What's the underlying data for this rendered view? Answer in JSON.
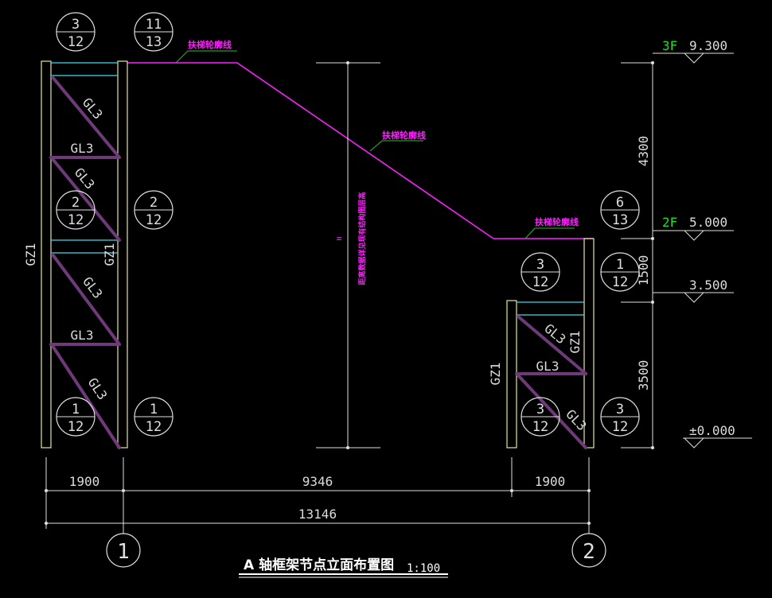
{
  "colors": {
    "background": "#000000",
    "line": "#e0e0e0",
    "column": "#e6e6a0",
    "beam": "#6e3a7a",
    "tie": "#40d8e8",
    "outline": "#ff20ff",
    "leader": "#20c020",
    "floor_tag": "#20e020"
  },
  "callouts": {
    "c1": {
      "num": "3",
      "den": "12"
    },
    "c2": {
      "num": "11",
      "den": "13"
    },
    "c3": {
      "num": "2",
      "den": "12"
    },
    "c4": {
      "num": "2",
      "den": "12"
    },
    "c5": {
      "num": "1",
      "den": "12"
    },
    "c6": {
      "num": "1",
      "den": "12"
    },
    "c7": {
      "num": "6",
      "den": "13"
    },
    "c8": {
      "num": "3",
      "den": "12"
    },
    "c9": {
      "num": "1",
      "den": "12"
    },
    "c10": {
      "num": "3",
      "den": "12"
    },
    "c11": {
      "num": "3",
      "den": "12"
    }
  },
  "members": {
    "column": "GZ1",
    "brace": "GL3"
  },
  "outline_note": "扶梯轮廓线",
  "center_note_h": "H",
  "center_note": "距离数据详见现有结构图层高",
  "elevations": {
    "e1": {
      "floor": "3F",
      "value": "9.300"
    },
    "e2": {
      "floor": "2F",
      "value": "5.000"
    },
    "e3": {
      "value": "3.500"
    },
    "e4": {
      "value": "±0.000"
    }
  },
  "vertical_dims": {
    "d1": "4300",
    "d2": "1500",
    "d3": "3500"
  },
  "horizontal_dims": {
    "d1": "1900",
    "d2": "9346",
    "d3": "1900",
    "total": "13146"
  },
  "axes": {
    "a1": "1",
    "a2": "2"
  },
  "title": {
    "main": "A 轴框架节点立面布置图",
    "scale": "1:100"
  }
}
